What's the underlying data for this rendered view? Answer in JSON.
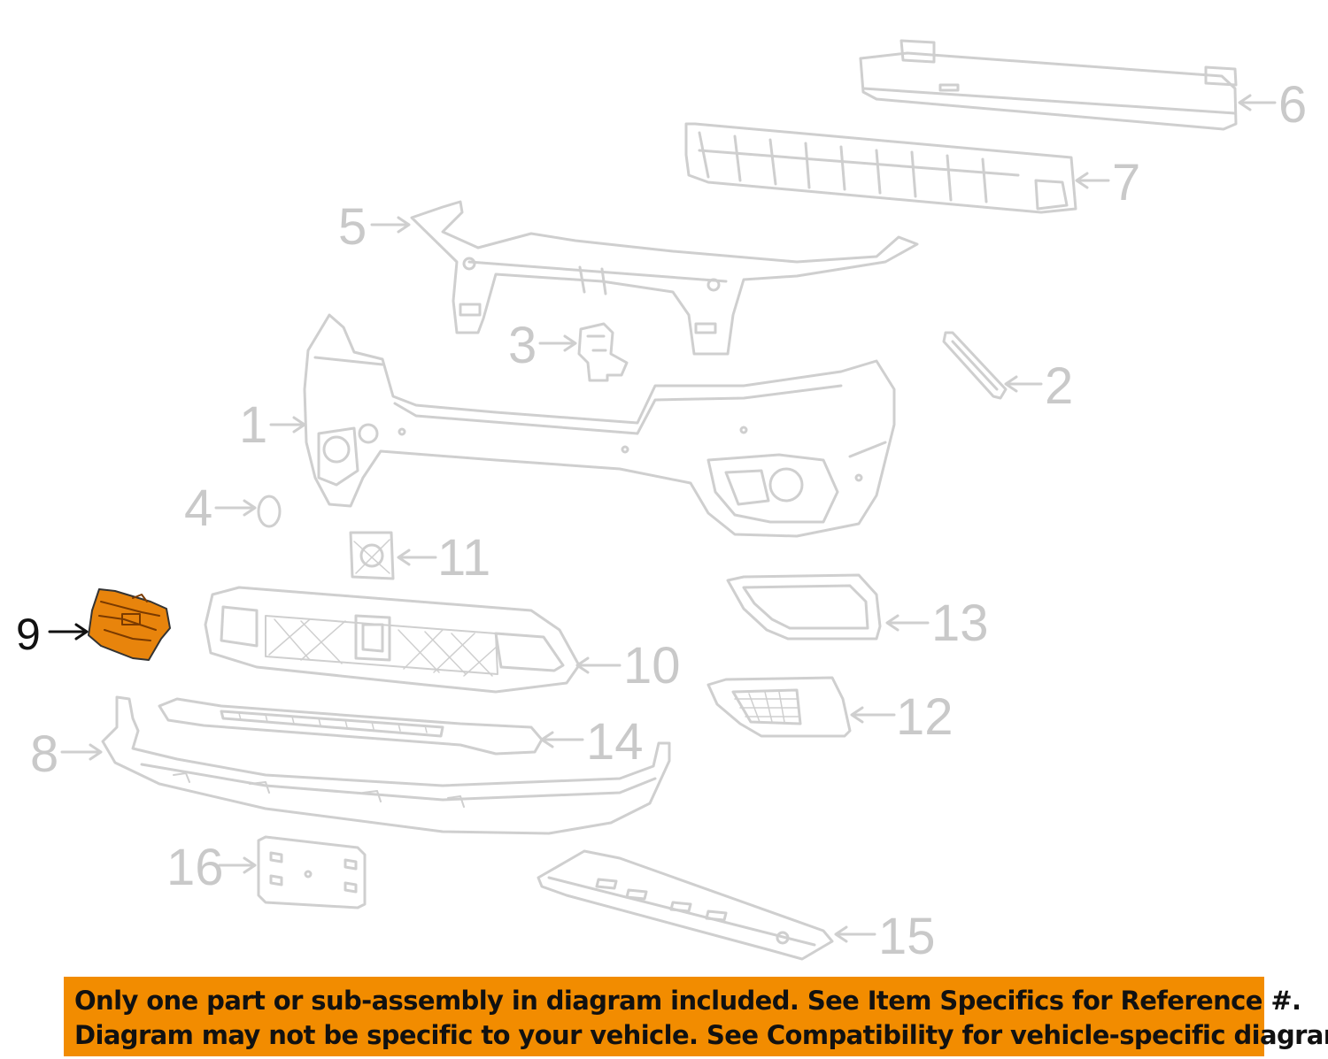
{
  "colors": {
    "accent": "#f28c00",
    "highlight_part": "#e8840c",
    "line_art": "#cfcfcf",
    "callout_inactive": "#c9c9c9",
    "callout_active": "#111111"
  },
  "diagram": {
    "highlighted_callout": "9",
    "callouts": [
      "1",
      "2",
      "3",
      "4",
      "5",
      "6",
      "7",
      "8",
      "9",
      "10",
      "11",
      "12",
      "13",
      "14",
      "15",
      "16"
    ]
  },
  "banner": {
    "line1": "Only one part or sub-assembly in diagram included. See Item Specifics for Reference #.",
    "line2": "Diagram may not be specific to your vehicle. See Compatibility for vehicle-specific diagrams."
  }
}
